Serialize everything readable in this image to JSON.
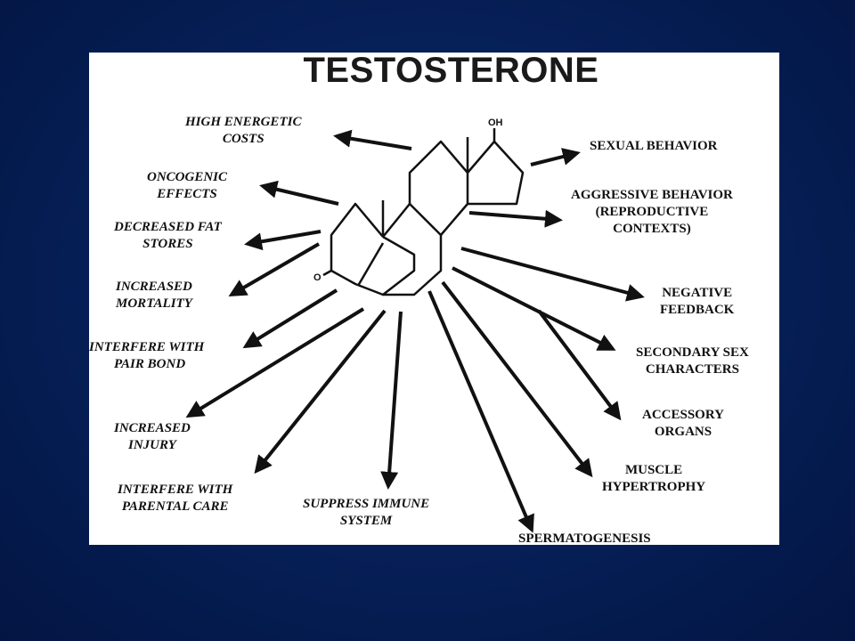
{
  "title": "TESTOSTERONE",
  "molecule": {
    "hydroxyl": "OH",
    "ketone": "O"
  },
  "labels": {
    "high_energetic_costs": [
      "HIGH ENERGETIC",
      "COSTS"
    ],
    "oncogenic_effects": [
      "ONCOGENIC",
      "EFFECTS"
    ],
    "decreased_fat_stores": [
      "DECREASED FAT",
      "STORES"
    ],
    "increased_mortality": [
      "INCREASED",
      "MORTALITY"
    ],
    "interfere_pair_bond": [
      "INTERFERE WITH",
      "PAIR BOND"
    ],
    "increased_injury": [
      "INCREASED",
      "INJURY"
    ],
    "interfere_parental_care": [
      "INTERFERE WITH",
      "PARENTAL CARE"
    ],
    "suppress_immune_system": [
      "SUPPRESS IMMUNE",
      "SYSTEM"
    ],
    "spermatogenesis": [
      "SPERMATOGENESIS"
    ],
    "muscle_hypertrophy": [
      "MUSCLE",
      "HYPERTROPHY"
    ],
    "accessory_organs": [
      "ACCESSORY",
      "ORGANS"
    ],
    "secondary_sex_characters": [
      "SECONDARY SEX",
      "CHARACTERS"
    ],
    "negative_feedback": [
      "NEGATIVE",
      "FEEDBACK"
    ],
    "aggressive_behavior": [
      "AGGRESSIVE BEHAVIOR",
      "(REPRODUCTIVE",
      "CONTEXTS)"
    ],
    "sexual_behavior": [
      "SEXUAL BEHAVIOR"
    ]
  }
}
